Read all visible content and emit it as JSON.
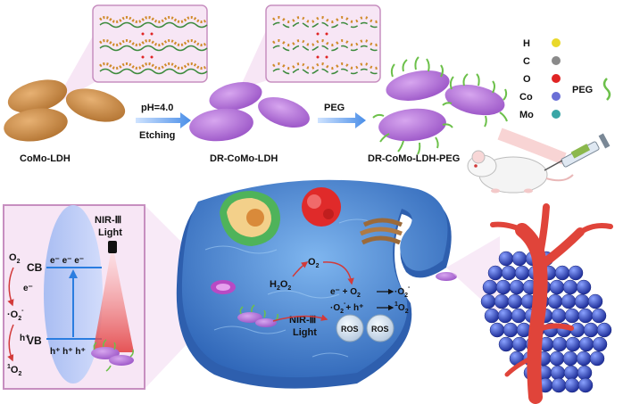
{
  "top_row": {
    "stage1": "CoMo-LDH",
    "step1_top": "pH=4.0",
    "step1_bottom": "Etching",
    "stage2": "DR-CoMo-LDH",
    "step2_top": "PEG",
    "stage3": "DR-CoMo-LDH-PEG"
  },
  "legend": {
    "items": [
      {
        "label": "H",
        "color": "#e9d82a"
      },
      {
        "label": "C",
        "color": "#8a8a8a"
      },
      {
        "label": "O",
        "color": "#e02424"
      },
      {
        "label": "Co",
        "color": "#6a6fd6"
      },
      {
        "label": "Mo",
        "color": "#3aa6a6"
      }
    ],
    "peg_label": "PEG",
    "peg_color": "#6cc04a"
  },
  "band_panel": {
    "o2": "O",
    "o2_sub": "2",
    "e_minus": "e⁻",
    "superoxide": "·O",
    "superoxide_sub": "2",
    "superoxide_sup": "-",
    "h_plus": "h⁺",
    "singlet": "O",
    "singlet_pre": "1",
    "singlet_sub": "2",
    "cb": "CB",
    "vb": "VB",
    "cb_electrons": "e⁻ e⁻ e⁻",
    "vb_holes": "h⁺ h⁺ h⁺",
    "nir_line1": "NIR-Ⅲ",
    "nir_line2": "Light"
  },
  "cell": {
    "o2": "O",
    "o2_sub": "2",
    "h2o2": "H",
    "h2o2_a": "2",
    "h2o2_b": "O",
    "h2o2_c": "2",
    "eq1_left": "e⁻ + O",
    "eq1_sub": "2",
    "eq1_right": "·O",
    "eq1_right_sub": "2",
    "eq1_right_sup": "-",
    "eq2_left": "O",
    "eq2_left_sub": "2",
    "eq2_left_sup": "-",
    "eq2_plus": "+ h⁺",
    "eq2_right": "O",
    "eq2_right_pre": "1",
    "eq2_right_sub": "2",
    "nir_line1": "NIR-Ⅲ",
    "nir_line2": "Light",
    "ros": "ROS"
  },
  "colors": {
    "ldh_tan": "#c98a45",
    "ldh_purple": "#b06ed6",
    "peg_green": "#6cc04a",
    "panel_border": "#c78fc0",
    "band_fill": "#b9c9f4",
    "cell_blue": "#5a8fd8",
    "tumor_blue": "#3f59c7",
    "vessel_red": "#e0443a"
  }
}
